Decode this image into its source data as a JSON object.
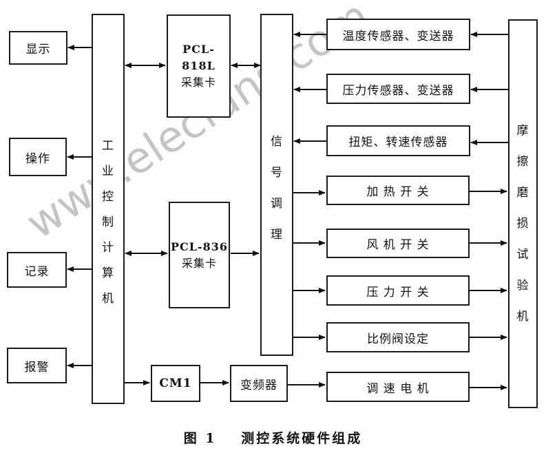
{
  "watermark": "www.elecfans.com",
  "outputs": {
    "display": "显示",
    "operation": "操作",
    "record": "记录",
    "alarm": "报警"
  },
  "computer": [
    "工",
    "业",
    "控",
    "制",
    "计",
    "算",
    "机"
  ],
  "card818": {
    "model": "PCL-818L",
    "label": "采集卡"
  },
  "card836": {
    "model": "PCL-836",
    "label": "采集卡"
  },
  "conditioning": [
    "信",
    "号",
    "调",
    "理"
  ],
  "devices": {
    "temp_sensor": "温度传感器、变送器",
    "pressure_sensor": "压力传感器、变送器",
    "torque_sensor": "扭矩、转速传感器",
    "heating_switch": "加 热 开 关",
    "fan_switch": "风 机 开 关",
    "pressure_switch": "压 力 开 关",
    "valve_setting": "比例阀设定",
    "speed_motor": "调 速 电 机"
  },
  "cm1": "CM1",
  "inverter": "变频器",
  "tester": [
    "摩",
    "擦",
    "磨",
    "损",
    "试",
    "验",
    "机"
  ],
  "caption": {
    "figure": "图 1",
    "title": "测控系统硬件组成"
  }
}
